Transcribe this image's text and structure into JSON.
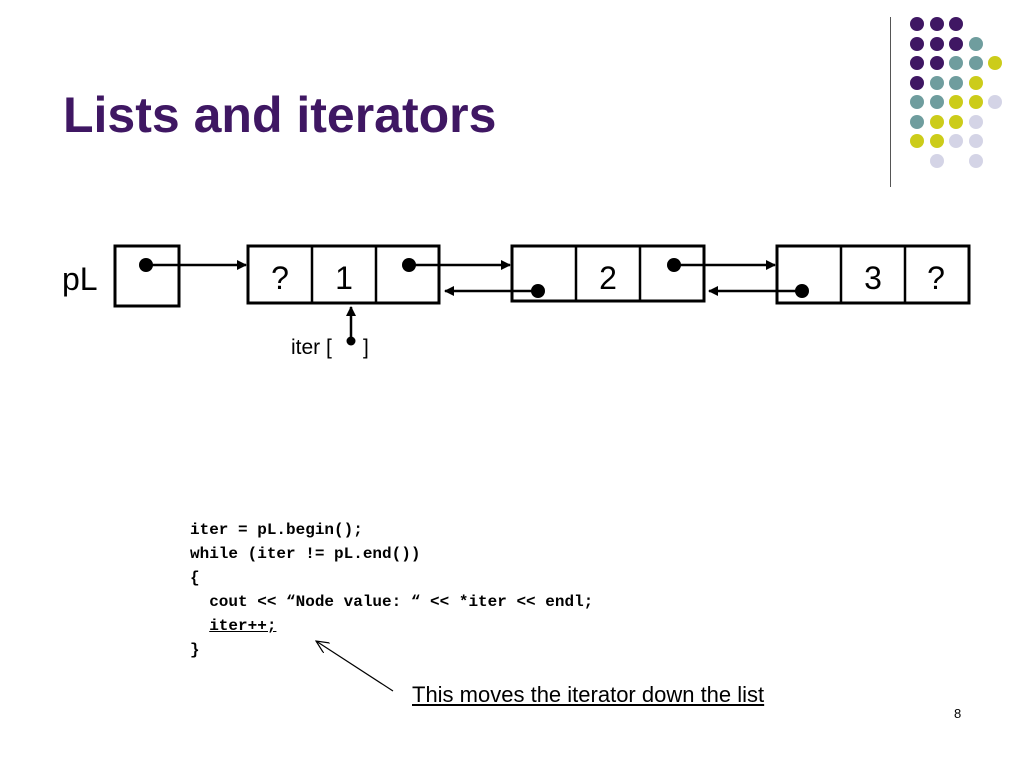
{
  "slide": {
    "title": "Lists and iterators",
    "page_number": "8"
  },
  "decoration": {
    "colors": {
      "purple": "#3f1763",
      "teal": "#6f9d9e",
      "yellow": "#cccc1a",
      "lavender": "#d4d4e6"
    },
    "rows": [
      [
        "purple",
        "purple",
        "purple",
        null,
        null
      ],
      [
        "purple",
        "purple",
        "purple",
        "teal",
        null
      ],
      [
        "purple",
        "purple",
        "teal",
        "teal",
        "yellow"
      ],
      [
        "purple",
        "teal",
        "teal",
        "yellow",
        null
      ],
      [
        "teal",
        "teal",
        "yellow",
        "yellow",
        "lavender"
      ],
      [
        "teal",
        "yellow",
        "yellow",
        "lavender",
        null
      ],
      [
        "yellow",
        "yellow",
        "lavender",
        "lavender",
        null
      ],
      [
        null,
        "lavender",
        null,
        "lavender",
        null
      ]
    ]
  },
  "diagram": {
    "head_label": "pL",
    "nodes": [
      {
        "prev": "?",
        "value": "1"
      },
      {
        "prev": "",
        "value": "2"
      },
      {
        "prev": "",
        "value": "3",
        "next": "?"
      }
    ],
    "iterator_label": "iter [",
    "iterator_label_close": "]"
  },
  "code": {
    "lines": [
      "iter = pL.begin();",
      "while (iter != pL.end())",
      "{",
      "  cout << “Node value: “ << *iter << endl;",
      "  iter++;",
      "}"
    ],
    "highlighted_line_index": 4
  },
  "annotation": {
    "text": "This moves the iterator down the list"
  }
}
